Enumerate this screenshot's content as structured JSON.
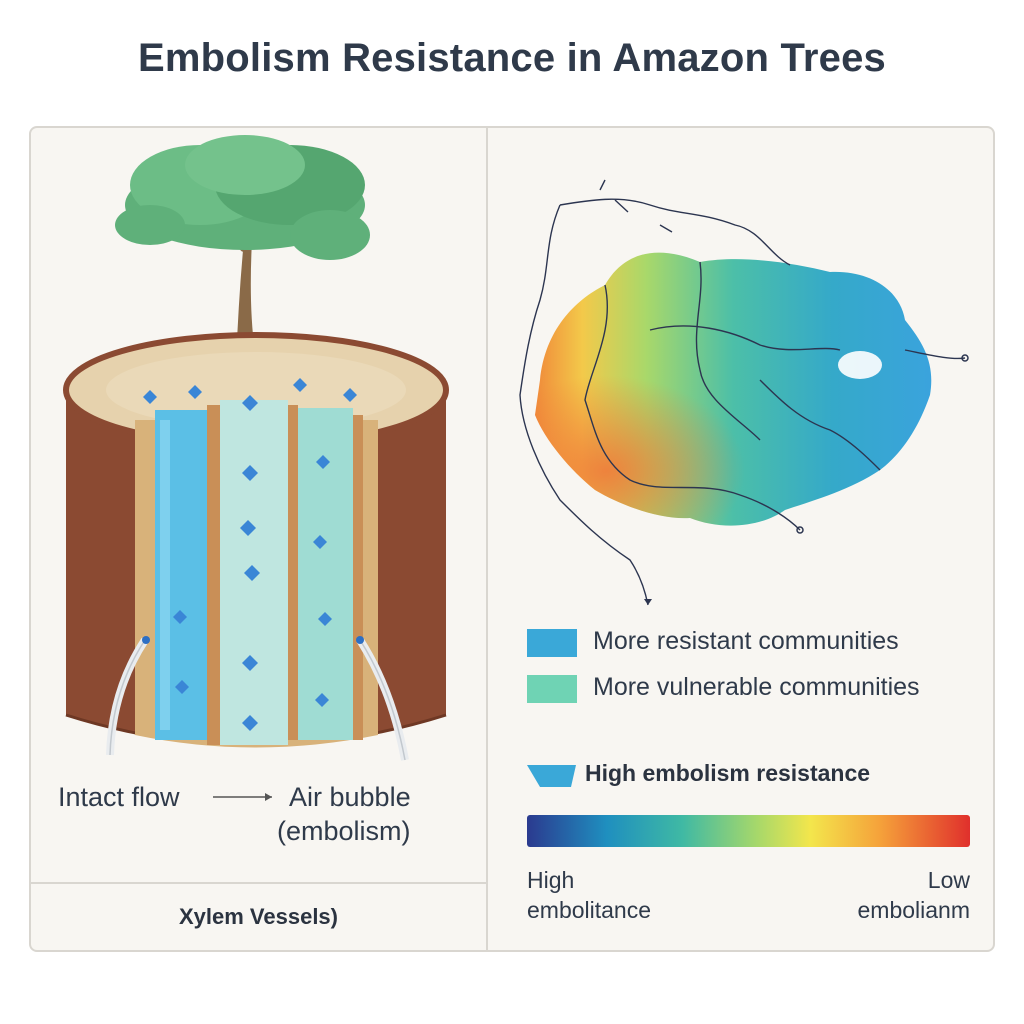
{
  "title": "Embolism Resistance in Amazon Trees",
  "left_panel": {
    "label_intact": "Intact flow",
    "label_air_line1": "Air bubble",
    "label_air_line2": "(embolism)",
    "footer": "Xylem Vessels)"
  },
  "right_panel": {
    "legend": [
      {
        "label": "More resistant communities",
        "color": "#3aa8d8"
      },
      {
        "label": "More vulnerable communities",
        "color": "#6fd3b4"
      }
    ],
    "scale_title": "High embolism resistance",
    "scale_left_line1": "High",
    "scale_left_line2": "embolitance",
    "scale_right_line1": "Low",
    "scale_right_line2": "embolianm"
  },
  "colors": {
    "bark": "#8b4a32",
    "wood": "#e6d2ad",
    "water": "#5bbfe6",
    "vessel_pale": "#bfe6e0",
    "foliage": "#5fb07a"
  }
}
